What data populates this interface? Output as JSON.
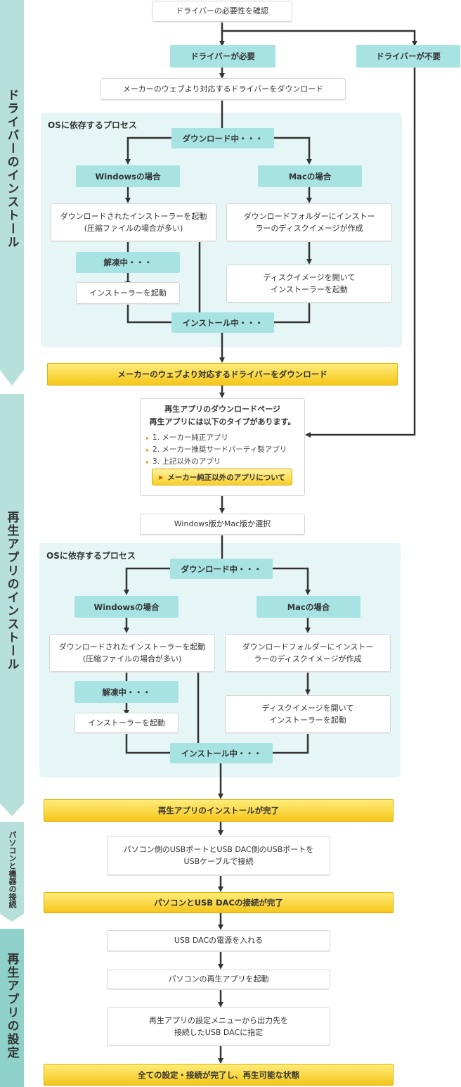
{
  "sections": {
    "driver": "ドライバーのインストール",
    "player": "再生アプリのインストール",
    "connect": "パソコンと機器の接続",
    "settings": "再生アプリの設定"
  },
  "driver": {
    "check": "ドライバーの必要性を確認",
    "needed": "ドライバーが必要",
    "not_needed": "ドライバーが不要",
    "download": "メーカーのウェブより対応するドライバーをダウンロード",
    "os_title": "OSに依存するプロセス",
    "downloading": "ダウンロード中・・・",
    "windows": "Windowsの場合",
    "mac": "Macの場合",
    "win_step1": "ダウンロードされたインストーラーを起動\n(圧縮ファイルの場合が多い)",
    "mac_step1": "ダウンロードフォルダーにインストー\nラーのディスクイメージが作成",
    "unzipping": "解凍中・・・",
    "launch": "インストーラーを起動",
    "mac_step2": "ディスクイメージを開いて\nインストーラーを起動",
    "installing": "インストール中・・・",
    "done": "メーカーのウェブより対応するドライバーをダウンロード"
  },
  "player": {
    "apps_heading": "再生アプリのダウンロードページ\n再生アプリには以下のタイプがあります。",
    "apps": [
      "1. メーカー純正アプリ",
      "2. メーカー推奨サードパーティ製アプリ",
      "3. 上記以外のアプリ"
    ],
    "apps_button": "メーカー純正以外のアプリについて",
    "choose": "Windows版かMac版か選択",
    "os_title": "OSに依存するプロセス",
    "downloading": "ダウンロード中・・・",
    "windows": "Windowsの場合",
    "mac": "Macの場合",
    "win_step1": "ダウンロードされたインストーラーを起動\n(圧縮ファイルの場合が多い)",
    "mac_step1": "ダウンロードフォルダーにインストー\nラーのディスクイメージが作成",
    "unzipping": "解凍中・・・",
    "launch": "インストーラーを起動",
    "mac_step2": "ディスクイメージを開いて\nインストーラーを起動",
    "installing": "インストール中・・・",
    "done": "再生アプリのインストールが完了"
  },
  "connect": {
    "step": "パソコン側のUSBポートとUSB DAC側のUSBポートを\nUSBケーブルで接続",
    "done": "パソコンとUSB DACの接続が完了"
  },
  "settings": {
    "power": "USB DACの電源を入れる",
    "launch_app": "パソコンの再生アプリを起動",
    "output": "再生アプリの設定メニューから出力先を\n接続したUSB DACに指定",
    "done": "全ての設定・接続が完了し、再生可能な状態"
  }
}
